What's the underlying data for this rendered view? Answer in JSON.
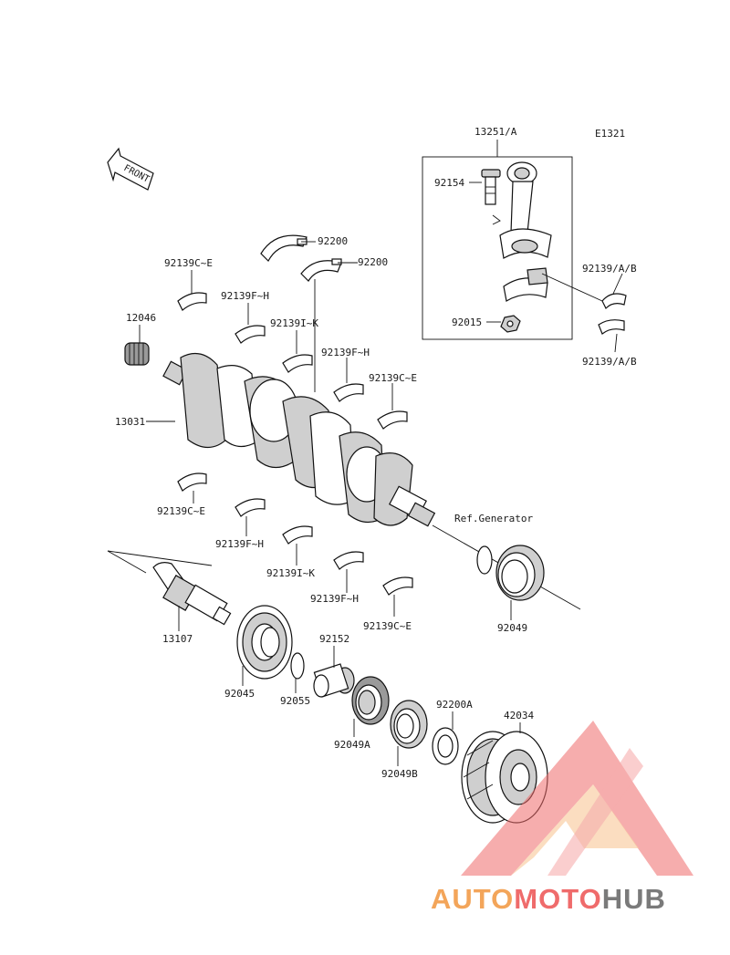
{
  "diagram_code": "E1321",
  "front_label": "FRONT",
  "watermark": {
    "brand_a": "AUTO",
    "brand_b": "MOTO",
    "brand_c": "HUB",
    "color_a": "#f3a55a",
    "color_b": "#ef6b6b",
    "color_c": "#7a7a7a"
  },
  "labels": {
    "conrod_assy": "13251/A",
    "bolt": "92154",
    "nut": "92015",
    "conrod_bearing_top": "92139/A/B",
    "conrod_bearing_bottom": "92139/A/B",
    "thrust_upper_1": "92200",
    "thrust_upper_2": "92200",
    "bearing_ce_upper": "92139C~E",
    "bearing_fh_upper_1": "92139F~H",
    "bearing_ik_upper": "92139I~K",
    "bearing_fh_upper_2": "92139F~H",
    "bearing_ce_upper_2": "92139C~E",
    "needle_bearing": "12046",
    "crankshaft": "13031",
    "bearing_ce_lower_1": "92139C~E",
    "bearing_fh_lower_1": "92139F~H",
    "bearing_ik_lower": "92139I~K",
    "bearing_fh_lower_2": "92139F~H",
    "bearing_ce_lower_2": "92139C~E",
    "ref_generator": "Ref.Generator",
    "oil_seal_right": "92049",
    "shaft": "13107",
    "ball_bearing": "92045",
    "oring": "92055",
    "collar": "92152",
    "oil_seal_a": "92049A",
    "oil_seal_b": "92049B",
    "washer": "92200A",
    "gear": "42034"
  }
}
